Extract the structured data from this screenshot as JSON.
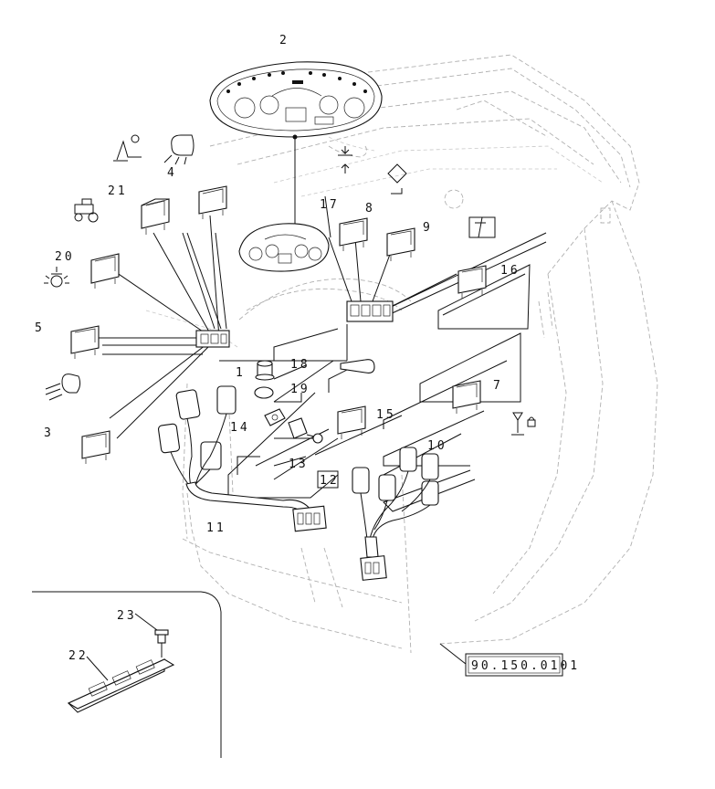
{
  "reference_code": "90.150.0101",
  "callouts": {
    "c1": "1",
    "c2": "2",
    "c3": "3",
    "c4": "4",
    "c5": "5",
    "c7": "7",
    "c8": "8",
    "c9": "9",
    "c10": "10",
    "c11": "11",
    "c12": "12",
    "c13": "13",
    "c14": "14",
    "c15": "15",
    "c16": "16",
    "c17": "17",
    "c18": "18",
    "c19": "19",
    "c20": "20",
    "c21": "21",
    "c22": "22",
    "c23": "23"
  },
  "icons": [
    "plough-lift-icon",
    "work-lamp-icon",
    "tractor-icon",
    "beacon-light-icon",
    "headlight-icon",
    "hazard-icon",
    "arrow-up-down-icon",
    "wiper-icon",
    "lamp-lock-icon",
    "horn-icon"
  ]
}
